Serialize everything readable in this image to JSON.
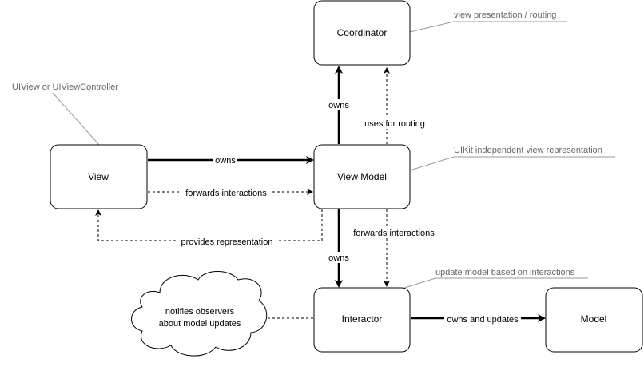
{
  "nodes": {
    "coordinator": "Coordinator",
    "view": "View",
    "view_model": "View Model",
    "interactor": "Interactor",
    "model": "Model",
    "cloud_line1": "notifies observers",
    "cloud_line2": "about model updates"
  },
  "edges": {
    "view_owns_vm": "owns",
    "view_forwards": "forwards interactions",
    "vm_provides": "provides representation",
    "vm_owns_coordinator": "owns",
    "vm_uses_routing": "uses for routing",
    "vm_owns_interactor": "owns",
    "interactor_forwards": "forwards interactions",
    "interactor_owns_model": "owns and updates"
  },
  "notes": {
    "coordinator": "view presentation / routing",
    "view": "UIView or UIViewController",
    "view_model": "UIKit independent view representation",
    "interactor": "update model based on interactions"
  }
}
